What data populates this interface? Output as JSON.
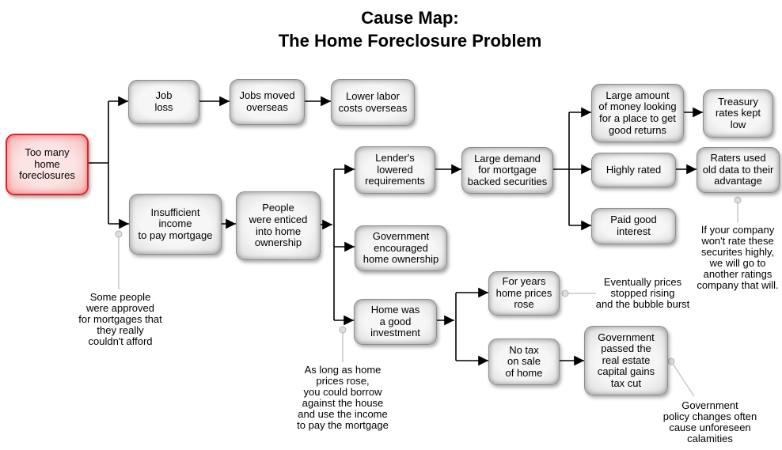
{
  "title": {
    "text": "Cause Map:\nThe Home Foreclosure Problem"
  },
  "colors": {
    "root_box_border": "#ec1c24",
    "root_box_fill": "#f9c6c6",
    "node_fill": "#f1f1f1",
    "node_edge": "#8d8d8d",
    "connector": "#000000",
    "note_connector": "#c8c8c8",
    "text": "#000000",
    "background": "#ffffff"
  },
  "nodes": {
    "root": {
      "label": "Too many\nhome\nforeclosures"
    },
    "job_loss": {
      "label": "Job\nloss"
    },
    "jobs_moved": {
      "label": "Jobs moved\noverseas"
    },
    "lower_labor": {
      "label": "Lower labor\ncosts overseas"
    },
    "insufficient_income": {
      "label": "Insufficient\nincome\nto pay mortgage"
    },
    "people_enticed": {
      "label": "People\nwere enticed\ninto home\nownership"
    },
    "lenders_lowered": {
      "label": "Lender's\nlowered\nrequirements"
    },
    "large_demand": {
      "label": "Large demand\nfor mortgage\nbacked securities"
    },
    "govt_encouraged": {
      "label": "Government\nencouraged\nhome ownership"
    },
    "home_investment": {
      "label": "Home was\na good\ninvestment"
    },
    "large_amount": {
      "label": "Large amount\nof money looking\nfor a place to get\ngood returns"
    },
    "treasury_rates": {
      "label": "Treasury\nrates kept\nlow"
    },
    "highly_rated": {
      "label": "Highly rated"
    },
    "raters_used": {
      "label": "Raters used\nold data to their\nadvantage"
    },
    "paid_interest": {
      "label": "Paid good\ninterest"
    },
    "for_years": {
      "label": "For years\nhome prices\nrose"
    },
    "no_tax": {
      "label": "No tax\non sale\nof home"
    },
    "govt_passed": {
      "label": "Government\npassed the\nreal estate\ncapital gains\ntax cut"
    }
  },
  "notes": {
    "approved": {
      "text": "Some people\nwere approved\nfor mortgages that\nthey really\ncouldn't afford"
    },
    "aslong": {
      "text": "As long as home\nprices rose,\nyou could borrow\nagainst the house\nand use the income\nto pay the mortgage"
    },
    "eventually": {
      "text": "Eventually prices\nstopped rising\nand the bubble burst"
    },
    "ifcompany": {
      "text": "If your company\nwon't rate these\nsecurites highly,\nwe will go to\nanother ratings\ncompany that will."
    },
    "policy": {
      "text": "Government\npolicy changes often\ncause unforeseen\ncalamities"
    }
  }
}
